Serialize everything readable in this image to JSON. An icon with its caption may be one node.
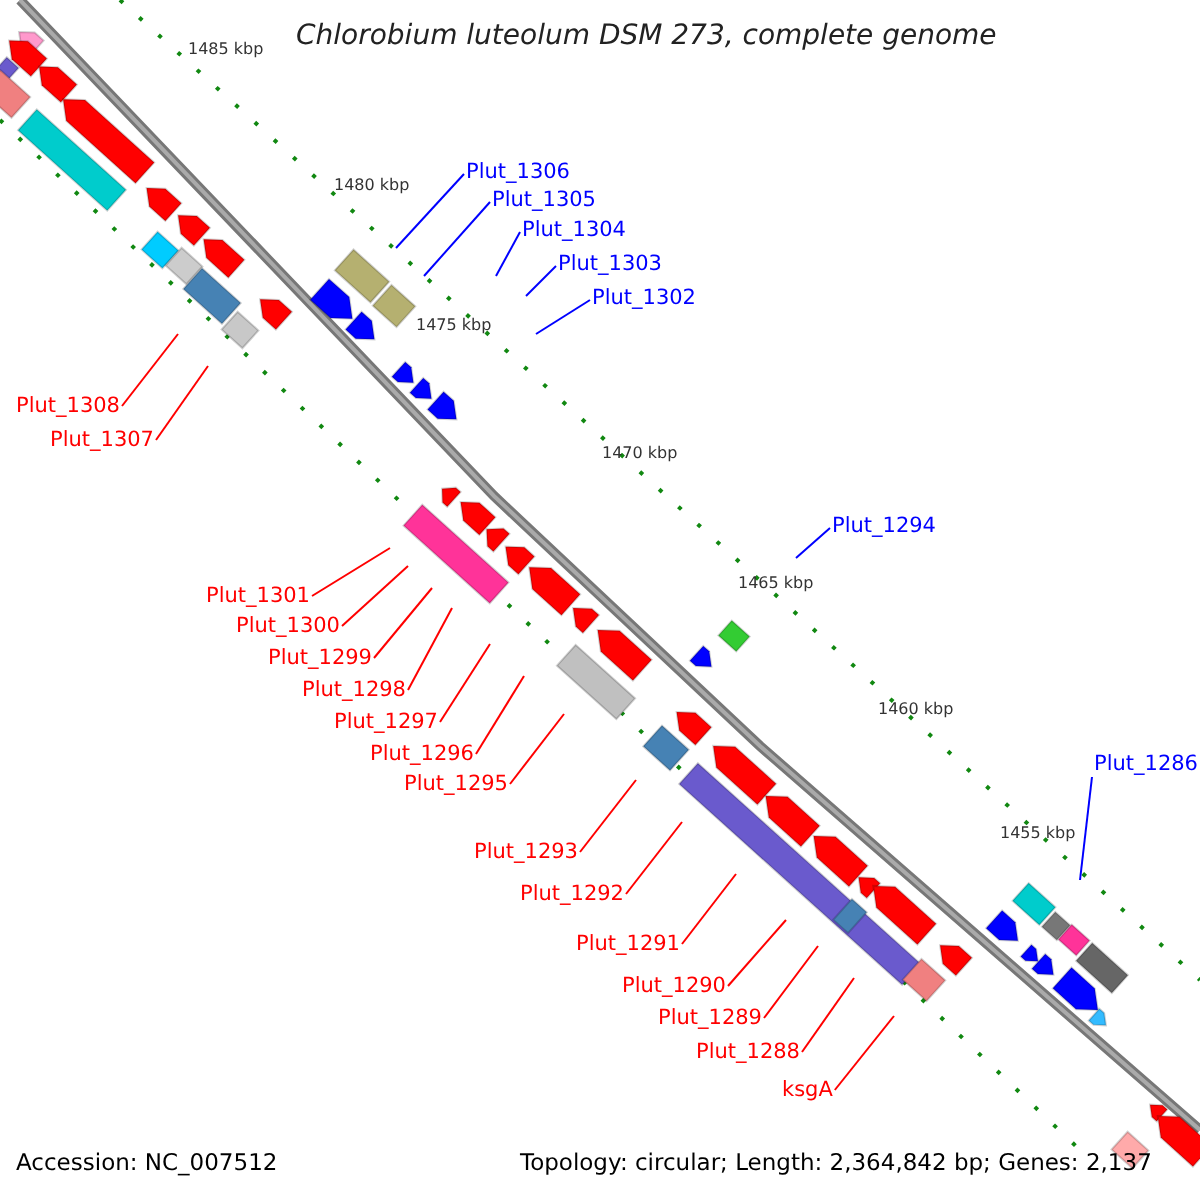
{
  "diagram": {
    "title": "Chlorobium luteolum DSM 273, complete genome",
    "nodes": [
      {
        "text": [
          "Plut_1306"
        ]
      },
      {
        "text": [
          "Plut_1305"
        ]
      },
      {
        "text": [
          "Plut_1304"
        ]
      },
      {
        "text": [
          "Plut_1303"
        ]
      },
      {
        "text": [
          "Plut_1302"
        ]
      },
      {
        "text": [
          "Plut_1308"
        ]
      },
      {
        "text": [
          "Plut_1307"
        ]
      },
      {
        "text": [
          "Plut_1294"
        ]
      },
      {
        "text": [
          "Plut_1301"
        ]
      },
      {
        "text": [
          "Plut_1300"
        ]
      },
      {
        "text": [
          "Plut_1299"
        ]
      },
      {
        "text": [
          "Plut_1298"
        ]
      },
      {
        "text": [
          "Plut_1297"
        ]
      },
      {
        "text": [
          "Plut_1296"
        ]
      },
      {
        "text": [
          "Plut_1286"
        ]
      },
      {
        "text": [
          "Plut_1295"
        ]
      },
      {
        "text": [
          "Plut_1293"
        ]
      },
      {
        "text": [
          "Plut_1292"
        ]
      },
      {
        "text": [
          "Plut_1291"
        ]
      },
      {
        "text": [
          "Plut_1290"
        ]
      },
      {
        "text": [
          "Plut_1289"
        ]
      },
      {
        "text": [
          "Plut_1288"
        ]
      },
      {
        "text": [
          "ksgA"
        ]
      }
    ],
    "edges": [
      {
        "from": 0,
        "to": null,
        "arrow": "none",
        "color": "#0000ff"
      },
      {
        "from": 1,
        "to": null,
        "arrow": "none",
        "color": "#0000ff"
      },
      {
        "from": 2,
        "to": null,
        "arrow": "none",
        "color": "#0000ff"
      },
      {
        "from": 3,
        "to": null,
        "arrow": "none",
        "color": "#0000ff"
      },
      {
        "from": 4,
        "to": null,
        "arrow": "none",
        "color": "#0000ff"
      },
      {
        "from": 5,
        "to": null,
        "arrow": "none"
      },
      {
        "from": 6,
        "to": null,
        "arrow": "none"
      },
      {
        "from": 7,
        "to": null,
        "arrow": "none",
        "color": "#0000ff"
      },
      {
        "from": 8,
        "to": null,
        "arrow": "none"
      },
      {
        "from": 9,
        "to": null,
        "arrow": "none"
      },
      {
        "from": 10,
        "to": null,
        "arrow": "none"
      },
      {
        "from": 11,
        "to": null,
        "arrow": "none"
      },
      {
        "from": 12,
        "to": null,
        "arrow": "none"
      },
      {
        "from": 13,
        "to": null,
        "arrow": "none"
      },
      {
        "from": 14,
        "to": null,
        "arrow": "none",
        "color": "#0000ff"
      },
      {
        "from": 15,
        "to": null,
        "arrow": "none"
      },
      {
        "from": 16,
        "to": null,
        "arrow": "none"
      },
      {
        "from": 17,
        "to": null,
        "arrow": "none"
      },
      {
        "from": 18,
        "to": null,
        "arrow": "none"
      },
      {
        "from": 19,
        "to": null,
        "arrow": "none"
      },
      {
        "from": 20,
        "to": null,
        "arrow": "none"
      },
      {
        "from": 21,
        "to": null,
        "arrow": "none"
      },
      {
        "from": 22,
        "to": null,
        "arrow": "none"
      }
    ],
    "labels": [
      "1485 kbp",
      "1480 kbp",
      "1475 kbp",
      "1470 kbp",
      "1465 kbp",
      "1460 kbp",
      "1455 kbp",
      "Accession: NC_007512",
      "Topology: circular; Length: 2,364,842 bp; Genes: 2,137"
    ]
  }
}
